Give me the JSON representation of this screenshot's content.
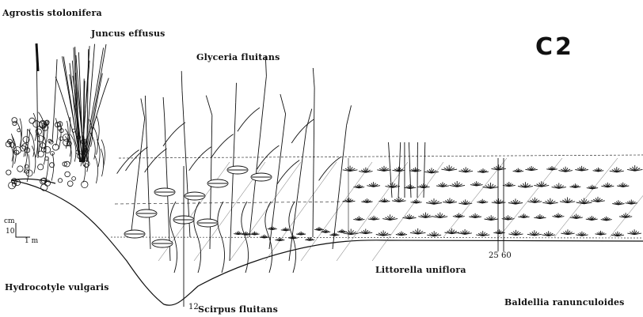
{
  "panel_id": "C2",
  "species": {
    "agrostis": "Agrostis stolonifera",
    "juncus": "Juncus effusus",
    "glyceria": "Glyceria fluitans",
    "hydrocotyle": "Hydrocotyle vulgaris",
    "scirpus": "Scirpus fluitans",
    "littorella": "Littorella uniflora",
    "baldellia": "Baldellia ranunculoides"
  },
  "scale": {
    "unit_v": "cm",
    "value_v": "10",
    "value_h": "1 m"
  },
  "depth_marks": {
    "d12": "12",
    "d25": "25",
    "d60": "60"
  },
  "colors": {
    "ink": "#111111",
    "paper": "#ffffff"
  }
}
